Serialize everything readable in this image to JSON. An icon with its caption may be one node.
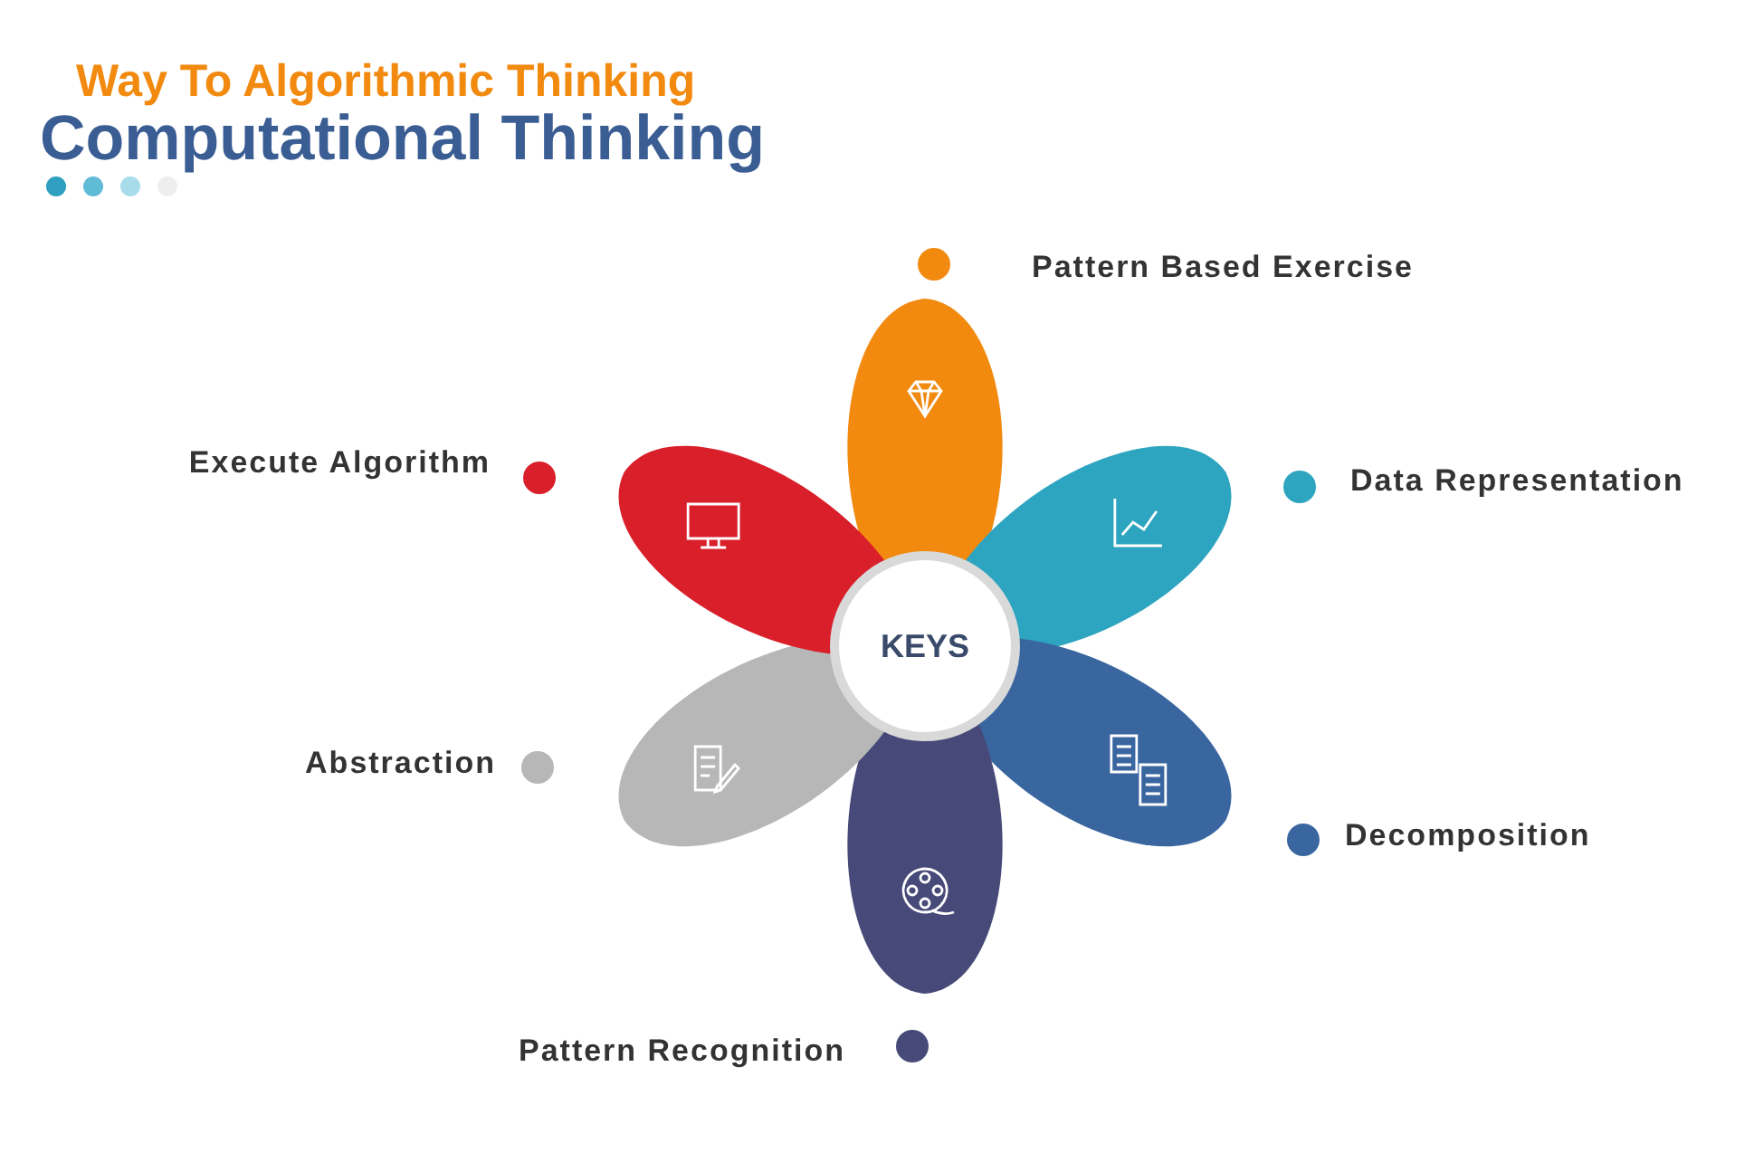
{
  "diagram": {
    "title": "Computational Thinking",
    "nodes": [
      {
        "text": [
          "KEYS"
        ]
      },
      {
        "text": [],
        "shape": "petal",
        "beside": [
          "Pattern Based Exercise"
        ]
      },
      {
        "text": [],
        "shape": "petal",
        "beside": [
          "Data Representation"
        ]
      },
      {
        "text": [],
        "shape": "petal",
        "beside": [
          "Decomposition"
        ]
      },
      {
        "text": [],
        "shape": "petal",
        "beside": [
          "Pattern Recognition"
        ]
      },
      {
        "text": [],
        "shape": "petal",
        "beside": [
          "Abstraction"
        ]
      },
      {
        "text": [],
        "shape": "petal",
        "beside": [
          "Execute Algorithm"
        ]
      }
    ],
    "labels": [
      "Way To Algorithmic Thinking"
    ]
  }
}
